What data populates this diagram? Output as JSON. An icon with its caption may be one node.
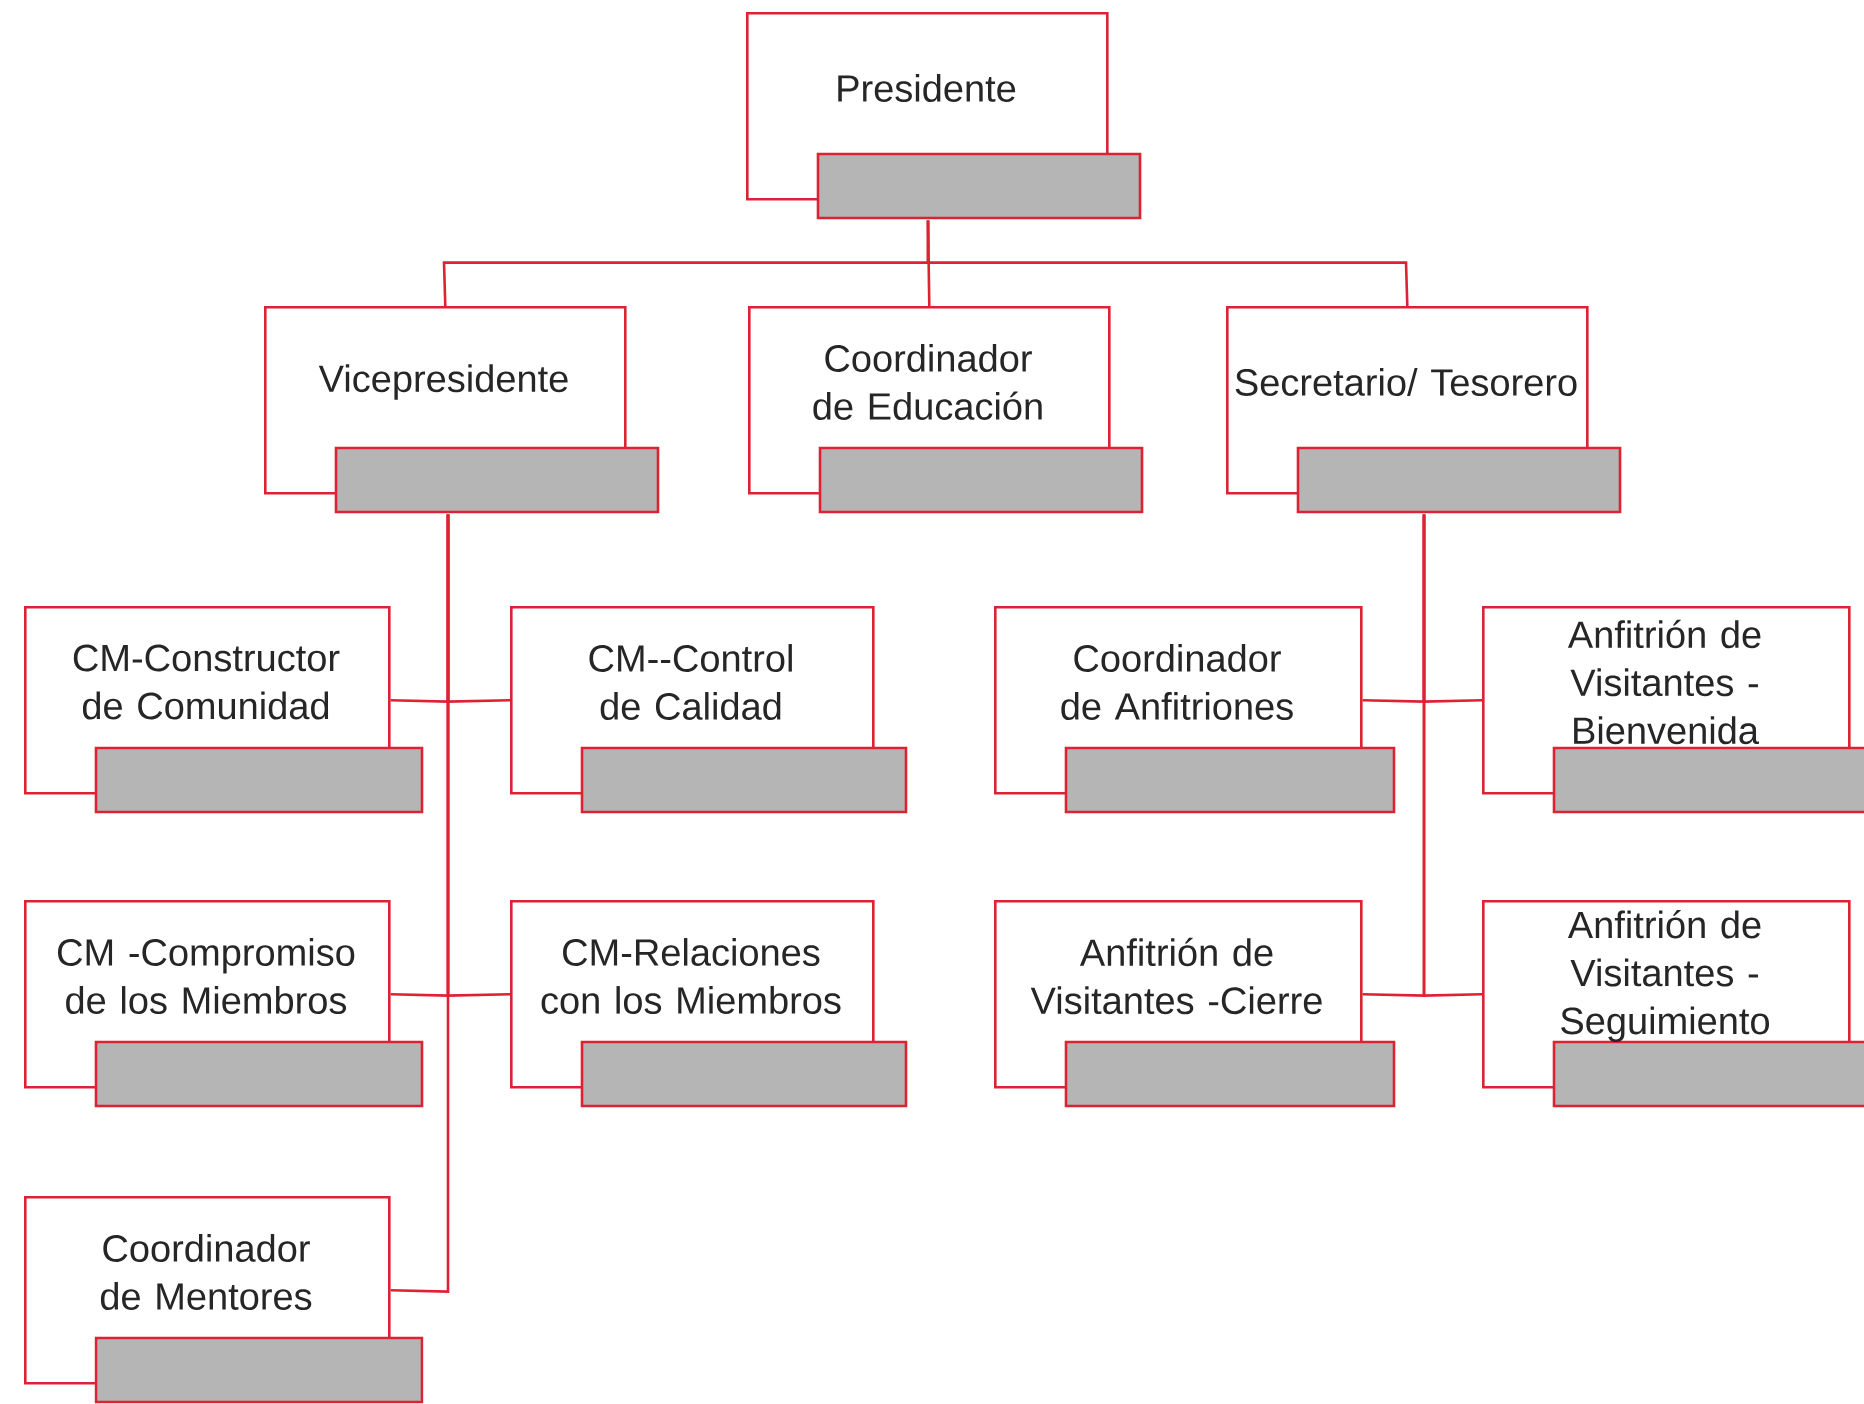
{
  "diagram": {
    "nodes": [
      {
        "text": [
          "Presidente"
        ]
      },
      {
        "text": [
          "Vicepresidente"
        ]
      },
      {
        "text": [
          "Coordinador de Educación"
        ]
      },
      {
        "text": [
          "Secretario/ Tesorero"
        ]
      },
      {
        "text": [
          "CM-Constructor de Comunidad"
        ]
      },
      {
        "text": [
          "CM--Control de Calidad"
        ]
      },
      {
        "text": [
          "CM -Compromiso de los Miembros"
        ]
      },
      {
        "text": [
          "CM-Relaciones con los Miembros"
        ]
      },
      {
        "text": [
          "Coordinador de Mentores"
        ]
      },
      {
        "text": [
          "Coordinador de Anfitriones"
        ]
      },
      {
        "text": [
          "Anfitrión de Visitantes - Bienvenida"
        ]
      },
      {
        "text": [
          "Anfitrión de Visitantes -Cierre"
        ]
      },
      {
        "text": [
          "Anfitrión de Visitantes - Seguimiento"
        ]
      }
    ],
    "edges": [
      {
        "from": 0,
        "to": 1,
        "arrow": "none"
      },
      {
        "from": 0,
        "to": 2,
        "arrow": "none"
      },
      {
        "from": 0,
        "to": 3,
        "arrow": "none"
      },
      {
        "from": 1,
        "to": 4,
        "arrow": "none"
      },
      {
        "from": 1,
        "to": 5,
        "arrow": "none"
      },
      {
        "from": 1,
        "to": 6,
        "arrow": "none"
      },
      {
        "from": 1,
        "to": 7,
        "arrow": "none"
      },
      {
        "from": 1,
        "to": 8,
        "arrow": "none"
      },
      {
        "from": 3,
        "to": 9,
        "arrow": "none"
      },
      {
        "from": 3,
        "to": 10,
        "arrow": "none"
      },
      {
        "from": 3,
        "to": 11,
        "arrow": "none"
      },
      {
        "from": 3,
        "to": 12,
        "arrow": "none"
      }
    ]
  }
}
